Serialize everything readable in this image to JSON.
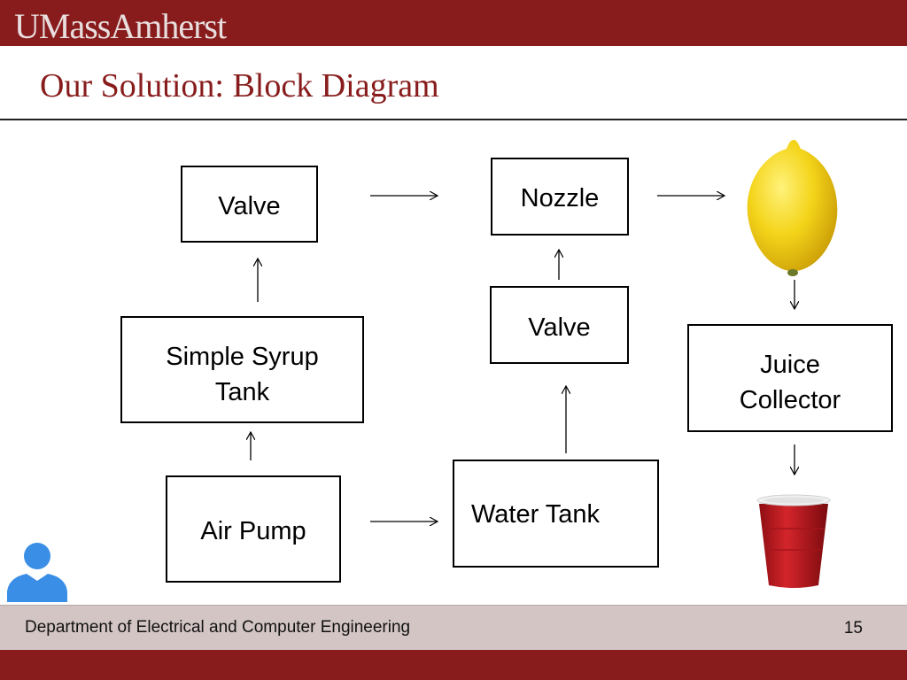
{
  "header": {
    "logo_text": "UMassAmherst",
    "title": "Our Solution: Block Diagram"
  },
  "diagram": {
    "blocks": {
      "valve_top": "Valve",
      "simple_syrup_line1": "Simple Syrup",
      "simple_syrup_line2": "Tank",
      "air_pump": "Air Pump",
      "nozzle": "Nozzle",
      "valve_mid": "Valve",
      "water_tank": "Water Tank",
      "juice_collector_line1": "Juice",
      "juice_collector_line2": "Collector"
    },
    "images": [
      "lemon-icon",
      "red-cup-icon",
      "person-icon"
    ]
  },
  "footer": {
    "department": "Department of Electrical and Computer Engineering",
    "page_number": "15"
  },
  "colors": {
    "brand_maroon": "#881c1c",
    "footer_bg": "#d4c5c5",
    "lemon": "#f2d21a",
    "cup": "#c0171c",
    "person": "#3a8ee6"
  }
}
